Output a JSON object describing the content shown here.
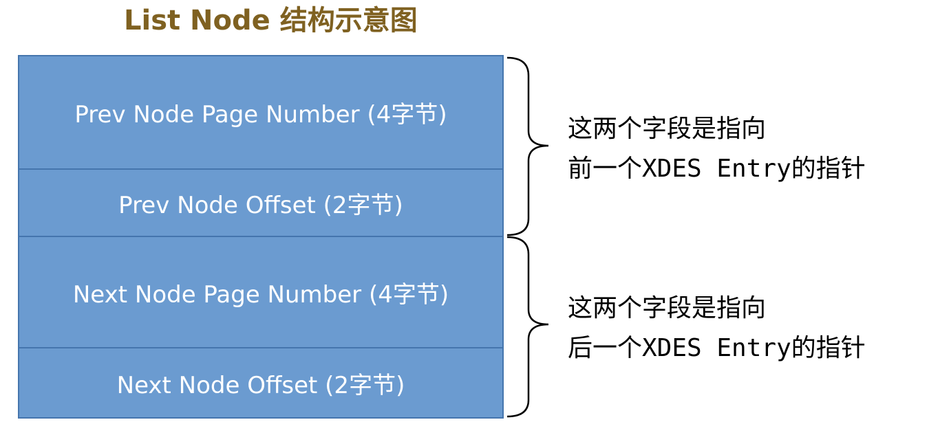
{
  "title": "List Node 结构示意图",
  "fields": [
    {
      "label": "Prev Node Page Number (4字节)"
    },
    {
      "label": "Prev Node Offset (2字节)"
    },
    {
      "label": "Next Node Page Number (4字节)"
    },
    {
      "label": "Next Node Offset (2字节)"
    }
  ],
  "annotations": [
    {
      "line1": "这两个字段是指向",
      "line2": "前一个XDES Entry的指针"
    },
    {
      "line1": "这两个字段是指向",
      "line2": "后一个XDES Entry的指针"
    }
  ],
  "colors": {
    "title": "#7f6121",
    "field_fill": "#6b9bd0",
    "field_border": "#4575ad",
    "field_text": "#ffffff",
    "brace": "#000000"
  }
}
